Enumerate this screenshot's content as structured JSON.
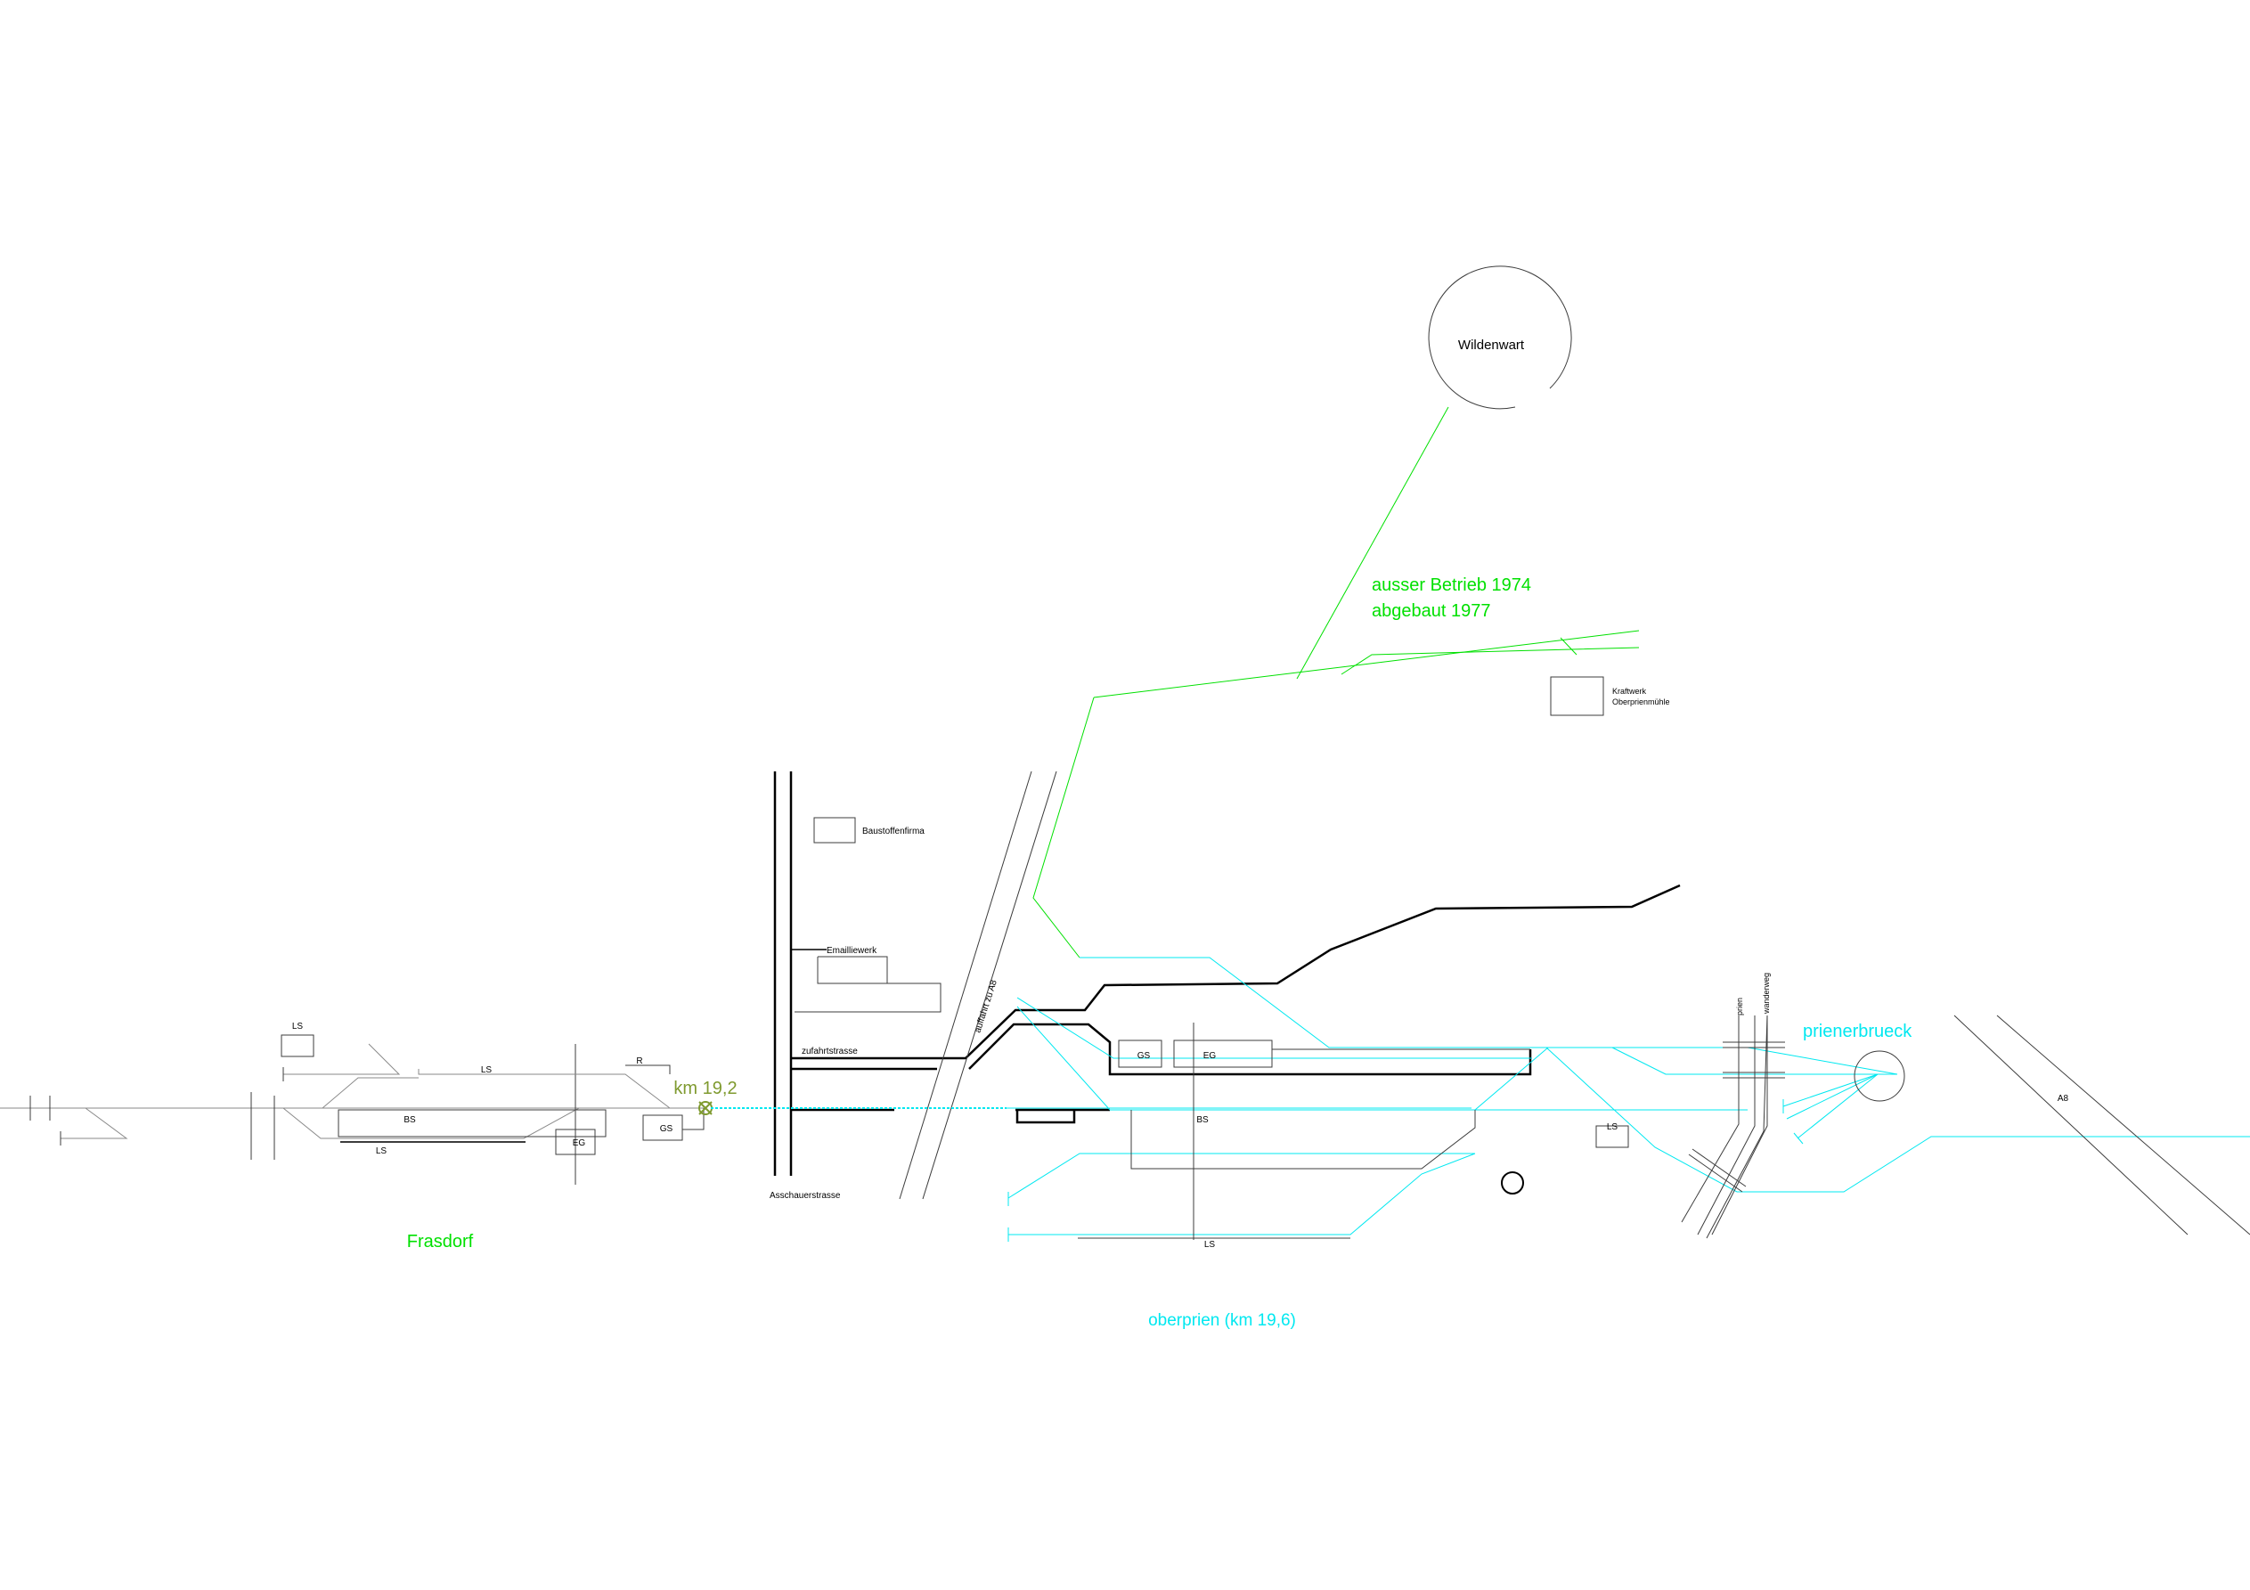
{
  "colors": {
    "background": "#ffffff",
    "track": "#8a8a8a",
    "road": "#000000",
    "abandoned": "#00e000",
    "current": "#00e8f0",
    "marker": "#7f9a2f",
    "building": "#3c3c3c"
  },
  "labels": {
    "wildenwart": "Wildenwart",
    "abandoned_line1": "ausser Betrieb 1974",
    "abandoned_line2": "abgebaut 1977",
    "kraftwerk_line1": "Kraftwerk",
    "kraftwerk_line2": "Oberprienmühle",
    "baustoff": "Baustoffenfirma",
    "emaillie": "Emailliewerk",
    "auffahrt": "auffahrt zu A8",
    "zufahrt": "zufahrtstrasse",
    "asschauer": "Asschauerstrasse",
    "km": "km 19,2",
    "frasdorf": "Frasdorf",
    "oberprien": "oberprien (km 19,6)",
    "prienerbrueck": "prienerbrueck",
    "prien": "prien",
    "wanderweg": "wanderweg",
    "a8": "A8"
  },
  "buildings": {
    "ls_top": "LS",
    "ls_platform_top": "LS",
    "r": "R",
    "bs_frasdorf": "BS",
    "ls_bottom": "LS",
    "eg_frasdorf": "EG",
    "gs_frasdorf": "GS",
    "gs_oberprien": "GS",
    "eg_oberprien": "EG",
    "bs_oberprien": "BS",
    "ls_oberprien_right": "LS",
    "ls_oberprien_bottom": "LS"
  }
}
